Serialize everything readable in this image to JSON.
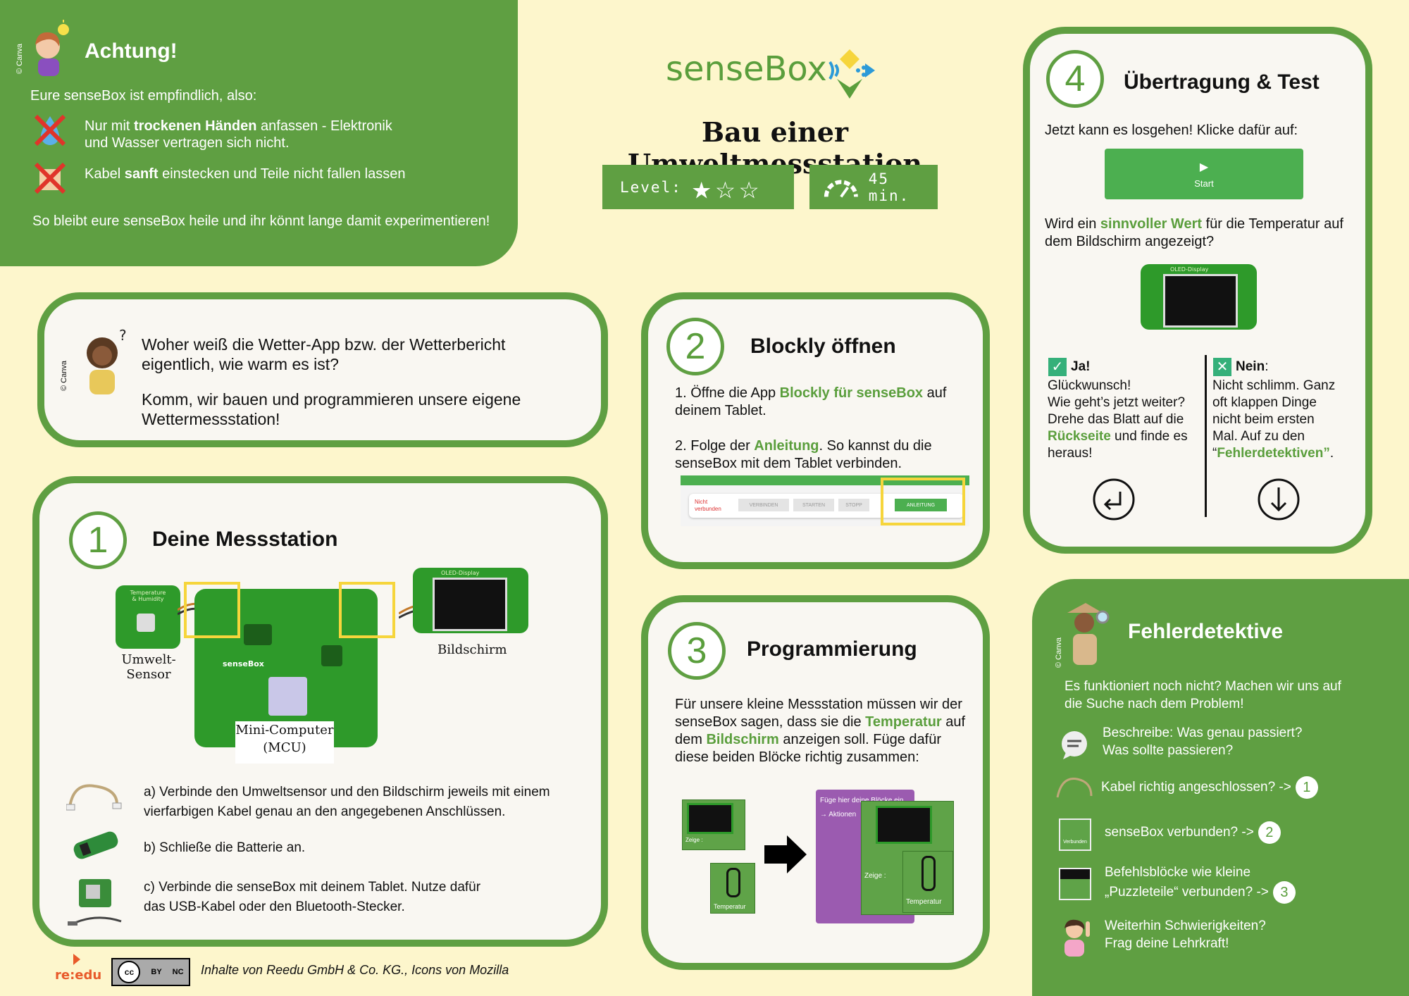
{
  "achtung": {
    "title": "Achtung!",
    "canva": "© Canva",
    "intro": "Eure senseBox ist empfindlich, also:",
    "rule1_pre": "Nur mit ",
    "rule1_bold": "trockenen Händen",
    "rule1_post": " anfassen - Elektronik",
    "rule1_line2": "und Wasser vertragen sich nicht.",
    "rule2_pre": "Kabel ",
    "rule2_bold": "sanft",
    "rule2_post": " einstecken und Teile nicht fallen lassen",
    "outro": "So bleibt eure senseBox heile und ihr könnt lange damit experimentieren!"
  },
  "header": {
    "logo": "senseBox",
    "title": "Bau einer Umweltmessstation",
    "level_label": "Level:",
    "stars_filled": 1,
    "stars_total": 3,
    "time": "45 min."
  },
  "intro_card": {
    "canva": "© Canva",
    "line1": "Woher weiß die Wetter-App bzw. der Wetterbericht",
    "line2": "eigentlich, wie warm es ist?",
    "line3": "Komm, wir bauen und programmieren unsere eigene",
    "line4": "Wettermessstation!"
  },
  "step1": {
    "number": "1",
    "title": "Deine Messstation",
    "sensor_label_1": "Umwelt-",
    "sensor_label_2": "Sensor",
    "sensor_board_1": "Temperature",
    "sensor_board_2": "& Humidity",
    "display_label": "Bildschirm",
    "display_board": "OLED-Display",
    "mcu_label_1": "Mini-Computer",
    "mcu_label_2": "(MCU)",
    "mcu_board": "senseBox",
    "a": "a) Verbinde den Umweltsensor und den Bildschirm jeweils mit einem",
    "a2": "vierfarbigen Kabel genau an den angegebenen Anschlüssen.",
    "b": "b) Schließe die Batterie an.",
    "c": "c) Verbinde die senseBox mit deinem Tablet. Nutze dafür",
    "c2": "das USB-Kabel oder den Bluetooth-Stecker."
  },
  "step2": {
    "number": "2",
    "title": "Blockly öffnen",
    "l1_pre": "1. Öffne die App ",
    "l1_hl": "Blockly für senseBox",
    "l1_post": " auf",
    "l1_2": "deinem Tablet.",
    "l2_pre": "2. Folge der ",
    "l2_hl": "Anleitung",
    "l2_post": ". So kannst du die",
    "l2_2": "senseBox mit dem Tablet verbinden.",
    "toolbar": {
      "status_1": "Nicht",
      "status_2": "verbunden",
      "connect": "VERBINDEN",
      "start": "STARTEN",
      "stop": "STOPP",
      "guide": "ANLEITUNG"
    }
  },
  "step3": {
    "number": "3",
    "title": "Programmierung",
    "p1": "Für unsere kleine Messstation müssen wir der",
    "p2_pre": "senseBox sagen, dass sie die ",
    "p2_hl": "Temperatur",
    "p2_post": " auf",
    "p3_pre": "dem ",
    "p3_hl": "Bildschirm",
    "p3_post": " anzeigen soll. Füge dafür",
    "p4": "diese beiden Blöcke richtig zusammen:",
    "show_label": "Zeige :",
    "temp_label": "Temperatur",
    "slot_1": "Füge hier deine Blöcke ein",
    "slot_2": "→ Aktionen"
  },
  "step4": {
    "number": "4",
    "title": "Übertragung & Test",
    "l1": "Jetzt kann es losgehen! Klicke dafür auf:",
    "button": "Start",
    "q_pre": "Wird ein ",
    "q_hl": "sinnvoller Wert",
    "q_post": " für die Temperatur auf",
    "q2": "dem Bildschirm angezeigt?",
    "display_board": "OLED-Display",
    "yes_title": "Ja!",
    "yes_1": "Glückwunsch!",
    "yes_2": "Wie geht’s jetzt weiter?",
    "yes_3": "Drehe das Blatt auf die",
    "yes_4_hl": "Rückseite",
    "yes_4_post": " und finde es",
    "yes_5": "heraus!",
    "no_title": "Nein",
    "no_colon": ":",
    "no_1": "Nicht schlimm. Ganz",
    "no_2": "oft klappen Dinge",
    "no_3": "nicht beim ersten",
    "no_4": "Mal. Auf zu den",
    "no_5_q": "“",
    "no_5_hl": "Fehlerdetektiven”",
    "no_5_post": "."
  },
  "fehler": {
    "title": "Fehlerdetektive",
    "canva": "© Canva",
    "intro1": "Es funktioniert noch nicht? Machen wir uns auf",
    "intro2": "die Suche nach dem Problem!",
    "i1a": "Beschreibe: Was genau passiert?",
    "i1b": "Was sollte passieren?",
    "i2": "Kabel richtig angeschlossen? ->",
    "i2n": "1",
    "i3": "senseBox verbunden? ->",
    "i3n": "2",
    "i3_icon": "Verbunden",
    "i4a": "Befehlsblöcke wie kleine",
    "i4b": "„Puzzleteile“ verbunden? ->",
    "i4n": "3",
    "i5a": "Weiterhin Schwierigkeiten?",
    "i5b": "Frag deine Lehrkraft!"
  },
  "footer": {
    "brand": "re:edu",
    "license_1": "cc",
    "license_2": "BY",
    "license_3": "NC",
    "credit": "Inhalte von Reedu GmbH & Co. KG., Icons von Mozilla"
  },
  "colors": {
    "brand_green": "#5f9f42",
    "text_green": "#5a9e3c",
    "background": "#fdf6cc",
    "highlight_yellow": "#f6d53c"
  }
}
